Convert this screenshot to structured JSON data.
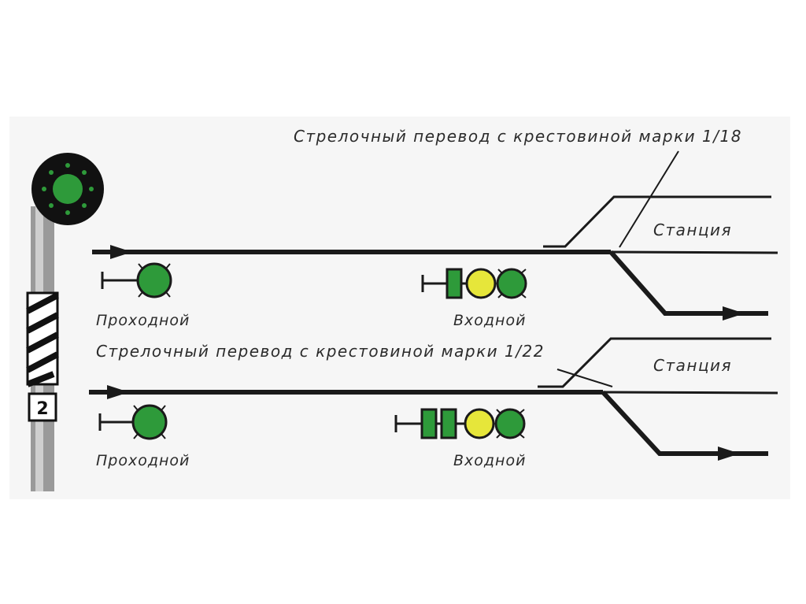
{
  "diagram": {
    "top": {
      "turnout_caption": "Стрелочный перевод с крестовиной  марки 1/18",
      "station_label": "Станция",
      "pass_signal_label": "Проходной",
      "entry_signal_label": "Входной"
    },
    "bottom": {
      "turnout_caption": "Стрелочный перевод с крестовиной  марки 1/22",
      "station_label": "Станция",
      "pass_signal_label": "Проходной",
      "entry_signal_label": "Входной"
    },
    "mast_signal": {
      "number_plate": "2"
    },
    "colors": {
      "green": "#2e9a3a",
      "yellow": "#e6e63a",
      "dark_green": "#1f4a20",
      "track": "#1a1a1a"
    }
  }
}
